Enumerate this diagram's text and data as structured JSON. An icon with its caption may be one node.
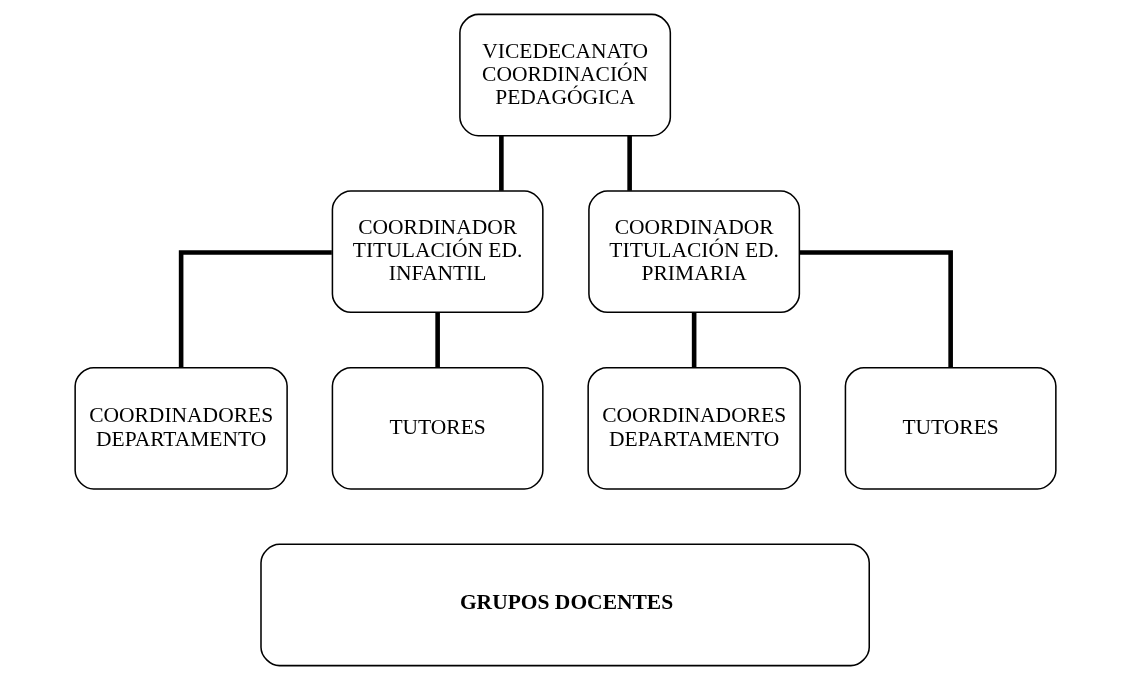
{
  "diagram": {
    "nodes": [
      {
        "text": [
          "VICEDECANATO COORDINACIÓN PEDAGÓGICA"
        ]
      },
      {
        "text": [
          "COORDINADOR TITULACIÓN ED. INFANTIL"
        ]
      },
      {
        "text": [
          "COORDINADOR TITULACIÓN ED. PRIMARIA"
        ]
      },
      {
        "text": [
          "COORDINADORES DEPARTAMENTO"
        ]
      },
      {
        "text": [
          "TUTORES"
        ]
      },
      {
        "text": [
          "COORDINADORES DEPARTAMENTO"
        ]
      },
      {
        "text": [
          "TUTORES"
        ]
      },
      {
        "text": [
          "GRUPOS DOCENTES"
        ]
      }
    ],
    "edges": [
      {
        "from": 0,
        "to": 1,
        "arrow": "none"
      },
      {
        "from": 0,
        "to": 2,
        "arrow": "none"
      },
      {
        "from": 1,
        "to": 3,
        "arrow": "none"
      },
      {
        "from": 1,
        "to": 4,
        "arrow": "none"
      },
      {
        "from": 2,
        "to": 5,
        "arrow": "none"
      },
      {
        "from": 2,
        "to": 6,
        "arrow": "none"
      }
    ]
  }
}
